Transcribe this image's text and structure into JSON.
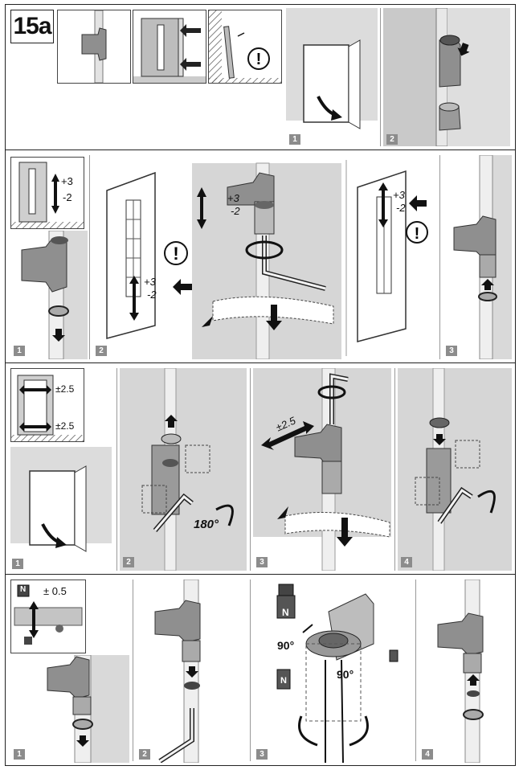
{
  "title": "15a",
  "colors": {
    "wall": "#d9d9d9",
    "frame": "#c8c8c8",
    "hinge": "#8f8f8f",
    "dark": "#2b2b2b",
    "step_bg": "#8c8c8c"
  },
  "rows": [
    {
      "id": "row1",
      "steps": [
        "1",
        "2"
      ],
      "icons": [
        "hinge-icon",
        "door-panel-icon",
        "warning-icon"
      ]
    },
    {
      "id": "row2",
      "steps": [
        "1",
        "2",
        "3"
      ],
      "labels": {
        "plus": "+3",
        "minus": "-2"
      }
    },
    {
      "id": "row3",
      "steps": [
        "1",
        "2",
        "3",
        "4"
      ],
      "labels": {
        "lateral": "±2.5",
        "angle": "180°"
      }
    },
    {
      "id": "row4",
      "steps": [
        "1",
        "2",
        "3",
        "4"
      ],
      "labels": {
        "pressure": "± 0.5",
        "angle": "90°",
        "magnet": "N"
      }
    }
  ]
}
